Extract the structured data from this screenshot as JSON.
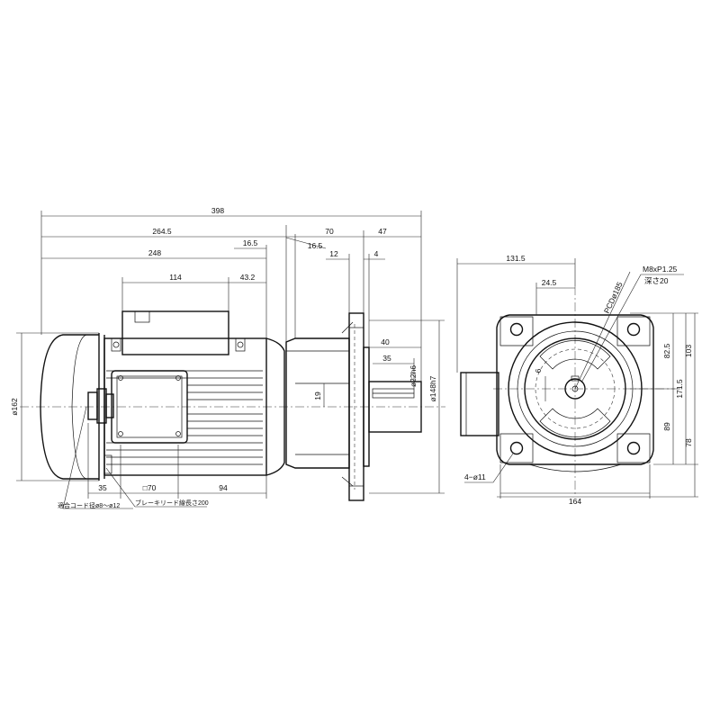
{
  "side_view": {
    "overall_length": "398",
    "motor_length": "264.5",
    "frame_length": "248",
    "terminal_box_width": "114",
    "terminal_box_offset": "43.2",
    "spacer_a": "16.5",
    "spacer_b": "16.5",
    "gearbox_length": "70",
    "shaft_length": "47",
    "flange_thickness": "12",
    "spigot_depth": "4",
    "key_length": "40",
    "key_offset": "35",
    "shaft_diameter": "ø22h6",
    "spigot_diameter": "ø148h7",
    "motor_diameter": "ø162",
    "center_offset": "19",
    "conduit_offset": "35",
    "terminal_box_square": "□70",
    "conduit_to_end": "94",
    "cable_note": "適合コード径ø8〜ø12",
    "brake_lead_note": "ブレーキリード線長さ200"
  },
  "end_view": {
    "width_to_center": "131.5",
    "key_offset": "24.5",
    "pcd": "PCDø185",
    "tap": "M8xP1.25",
    "tap_depth": "深さ20",
    "height_upper": "82.5",
    "height_total": "103",
    "height_center": "171.5",
    "height_lower": "89",
    "base_height": "78",
    "key_width": "6",
    "bolt_holes": "4−ø11",
    "base_width": "164"
  }
}
